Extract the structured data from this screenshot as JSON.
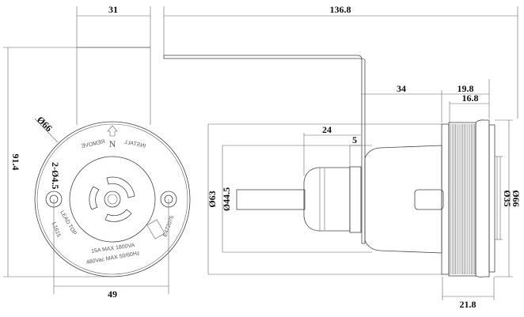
{
  "left_view": {
    "dims": {
      "width_top": "31",
      "height": "91.4",
      "diameter": "Ø66",
      "holes": "2-Ø4.5",
      "hole_spacing": "49"
    },
    "markings": {
      "north": "N",
      "remove": "REMOVE",
      "install": "INSTALL",
      "lead_top": "LEAD TOP",
      "model": "L1615",
      "rating1": "15A MAX 1800VA",
      "rating2": "480Vac MAX 50/60Hz",
      "cert": "E472075"
    }
  },
  "right_view": {
    "dims": {
      "overall_length": "136.8",
      "bracket_to_ring": "34",
      "ring_total": "19.8",
      "ring_knurl": "16.8",
      "gland_length": "24",
      "collar": "5",
      "body_diameter": "Ø63",
      "gland_diameter": "Ø44.5",
      "ring_diameter": "Ø66",
      "face_diameter": "Ø35",
      "ring_depth": "21.8"
    }
  }
}
